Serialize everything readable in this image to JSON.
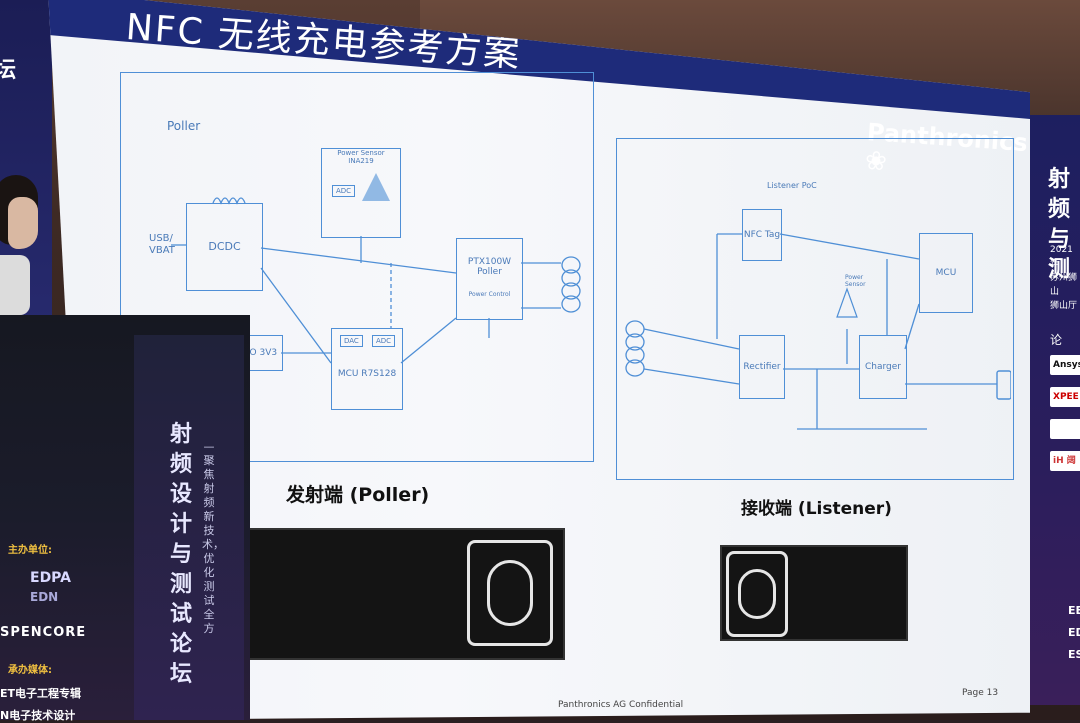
{
  "slide": {
    "title": "NFC 无线充电参考方案",
    "brand": "Panthronics",
    "footer_confidential": "Panthronics AG Confidential",
    "footer_page": "Page 13"
  },
  "poller_diagram": {
    "label": "Poller",
    "input_label_1": "USB/",
    "input_label_2": "VBAT",
    "dcdc": "DCDC",
    "power_sensor": "Power Sensor",
    "ina219": "INA219",
    "adc": "ADC",
    "ptx": "PTX100W",
    "ptx_sub": "Poller",
    "power_control": "Power Control",
    "mcu": "MCU R7S128",
    "dac": "DAC",
    "adc2": "ADC",
    "io": "IO 3V3"
  },
  "listener_diagram": {
    "label": "Listener PoC",
    "nfc_tag": "NFC Tag",
    "mcu": "MCU",
    "rectifier": "Rectifier",
    "charger": "Charger",
    "power_sensor": "Power Sensor"
  },
  "captions": {
    "poller": "发射端 (Poller)",
    "listener": "接收端 (Listener)"
  },
  "left_banner": {
    "text": "坛"
  },
  "right_banner": {
    "title_1": "射频",
    "title_2": "与测",
    "date": "2021年",
    "venue_1": "苏州狮山",
    "venue_2": "狮山厅",
    "section": "论",
    "logos": [
      "Ansys",
      "XPEE",
      "",
      "iH 阔"
    ],
    "bottom": [
      "EE",
      "ED",
      "ES"
    ]
  },
  "podium": {
    "organizer_label": "主办单位:",
    "org_logo": "EDN",
    "org_logo_2": "EDPA",
    "aspencore": "SPENCORE",
    "media_label": "承办媒体:",
    "media_1": "ET电子工程专辑",
    "media_2": "N电子技术设计",
    "vertical_title": "射频设计与测试论坛",
    "vertical_sub": "—聚焦射频新技术，优化测试全方"
  }
}
